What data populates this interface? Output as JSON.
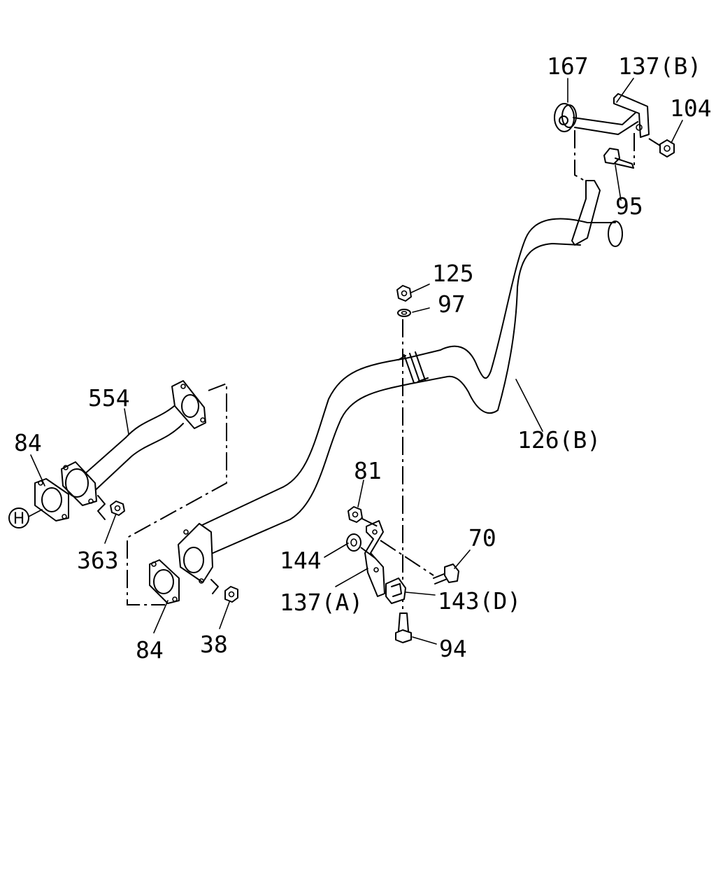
{
  "callouts": {
    "c167": "167",
    "c137b": "137(B)",
    "c104": "104",
    "c95": "95",
    "c125": "125",
    "c97": "97",
    "c126b": "126(B)",
    "c554": "554",
    "c84_top": "84",
    "c363": "363",
    "c81": "81",
    "c70": "70",
    "c144": "144",
    "c137a": "137(A)",
    "c143d": "143(D)",
    "c84_bottom": "84",
    "c38": "38",
    "c94": "94"
  },
  "reference_marker": "H"
}
